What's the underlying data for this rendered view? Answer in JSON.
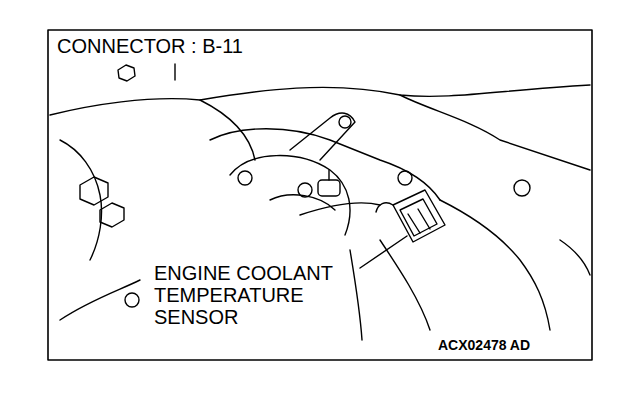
{
  "diagram": {
    "labels": [
      "CONNECTOR : B-11",
      "ENGINE COOLANT TEMPERATURE SENSOR",
      "ACX02478 AD"
    ]
  }
}
